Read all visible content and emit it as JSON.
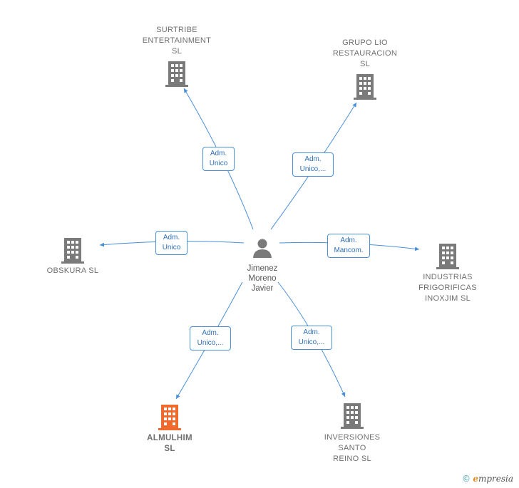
{
  "person": {
    "name": "Jimenez\nMoreno\nJavier"
  },
  "companies": [
    {
      "id": "surtribe",
      "name": "SURTRIBE\nENTERTAINMENT\nSL",
      "color": "#7a7a7a"
    },
    {
      "id": "grupolio",
      "name": "GRUPO LIO\nRESTAURACION\nSL",
      "color": "#7a7a7a"
    },
    {
      "id": "obskura",
      "name": "OBSKURA  SL",
      "color": "#7a7a7a"
    },
    {
      "id": "industrias",
      "name": "INDUSTRIAS\nFRIGORIFICAS\nINOXJIM  SL",
      "color": "#7a7a7a"
    },
    {
      "id": "almulhim",
      "name": "ALMULHIM\nSL",
      "color": "#f06a2f"
    },
    {
      "id": "inversiones",
      "name": "INVERSIONES\nSANTO\nREINO  SL",
      "color": "#7a7a7a"
    }
  ],
  "roles": [
    {
      "to": "surtribe",
      "label": "Adm.\nUnico"
    },
    {
      "to": "grupolio",
      "label": "Adm.\nUnico,..."
    },
    {
      "to": "obskura",
      "label": "Adm.\nUnico"
    },
    {
      "to": "industrias",
      "label": "Adm.\nMancom."
    },
    {
      "to": "almulhim",
      "label": "Adm.\nUnico,..."
    },
    {
      "to": "inversiones",
      "label": "Adm.\nUnico,..."
    }
  ],
  "colors": {
    "edge": "#4a90d9",
    "person": "#7a7a7a"
  },
  "footer": {
    "copyright": "©",
    "brand_initial": "e",
    "brand_rest": "mpresia"
  }
}
